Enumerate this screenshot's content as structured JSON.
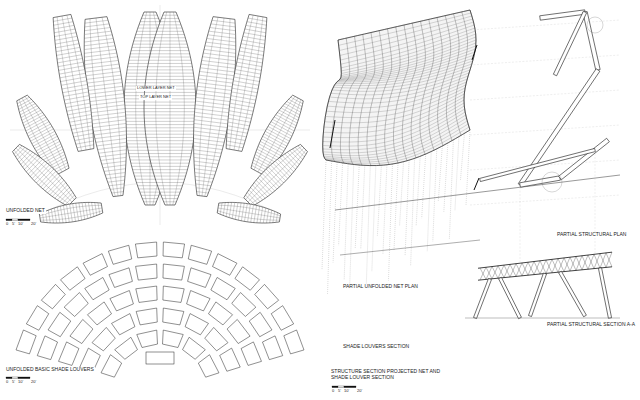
{
  "diagram": {
    "labels": [
      "UNFOLDED NET",
      "0",
      "5'",
      "10'",
      "20'",
      "LOWER LAYER NET",
      "TOP LAYER NET",
      "UNFOLDED BASIC SHADE LOUVERS",
      "0",
      "5'",
      "10'",
      "20'",
      "PARTIAL UNFOLDED NET PLAN",
      "SHADE LOUVERS SECTION",
      "PARTIAL STRUCTURAL PLAN",
      "PARTIAL STRUCTURAL SECTION A-A",
      "STRUCTURE SECTION PROJECTED NET AND SHADE LOUVER SECTION",
      "0",
      "5'",
      "10'",
      "20'"
    ]
  }
}
